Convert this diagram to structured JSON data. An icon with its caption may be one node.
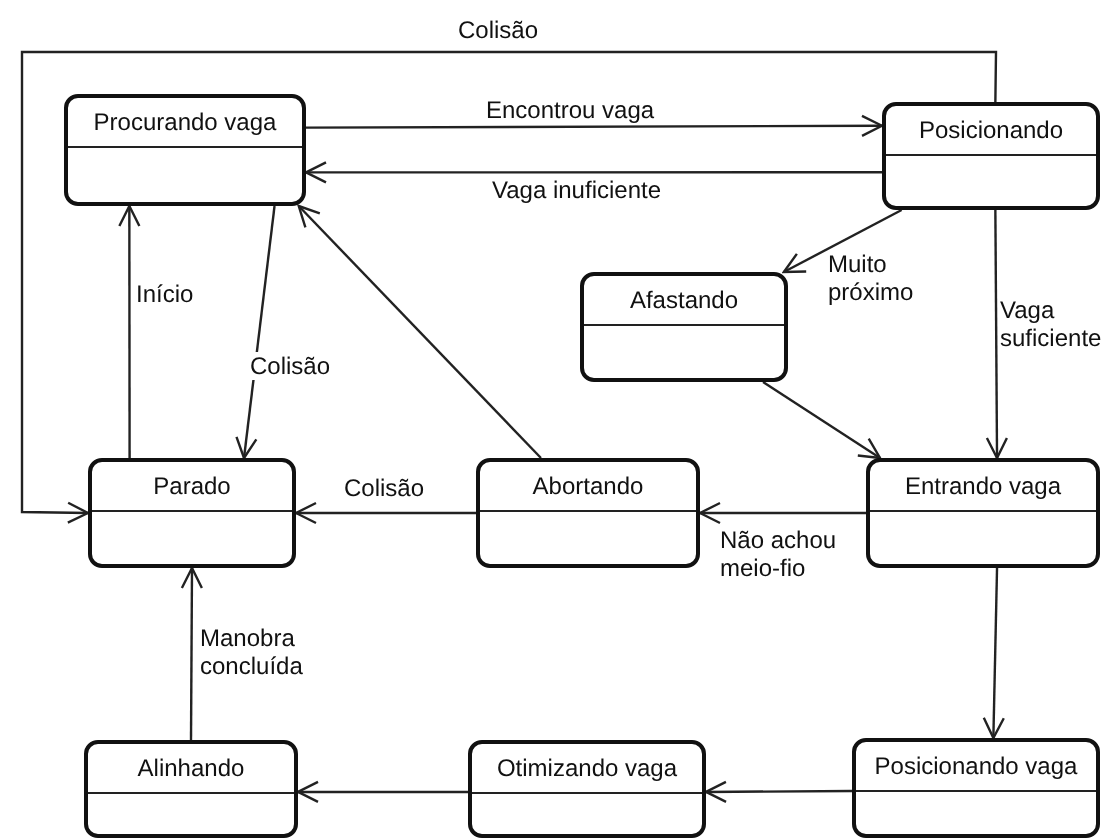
{
  "diagram": {
    "nodes": [
      {
        "text": [
          "Procurando vaga"
        ]
      },
      {
        "text": [
          "Posicionando"
        ]
      },
      {
        "text": [
          "Afastando"
        ]
      },
      {
        "text": [
          "Parado"
        ]
      },
      {
        "text": [
          "Abortando"
        ]
      },
      {
        "text": [
          "Entrando vaga"
        ]
      },
      {
        "text": [
          "Alinhando"
        ]
      },
      {
        "text": [
          "Otimizando vaga"
        ]
      },
      {
        "text": [
          "Posicionando vaga"
        ]
      }
    ],
    "edges": [
      {
        "from": 0,
        "to": 1,
        "arrow": "to",
        "label": "Encontrou vaga"
      },
      {
        "from": 1,
        "to": 0,
        "arrow": "to",
        "label": "Vaga inuficiente"
      },
      {
        "from": 1,
        "to": 2,
        "arrow": "to",
        "label": "Muito próximo"
      },
      {
        "from": 1,
        "to": 5,
        "arrow": "to",
        "label": "Vaga suficiente"
      },
      {
        "from": 2,
        "to": 5,
        "arrow": "to"
      },
      {
        "from": 1,
        "to": 3,
        "arrow": "to",
        "label": "Colisão"
      },
      {
        "from": 3,
        "to": 0,
        "arrow": "to",
        "label": "Início"
      },
      {
        "from": 0,
        "to": 3,
        "arrow": "to",
        "label": "Colisão"
      },
      {
        "from": 4,
        "to": 0,
        "arrow": "to"
      },
      {
        "from": 4,
        "to": 3,
        "arrow": "to",
        "label": "Colisão"
      },
      {
        "from": 5,
        "to": 4,
        "arrow": "to",
        "label": "Não achou meio-fio"
      },
      {
        "from": 5,
        "to": 8,
        "arrow": "to"
      },
      {
        "from": 8,
        "to": 7,
        "arrow": "to"
      },
      {
        "from": 7,
        "to": 6,
        "arrow": "to"
      },
      {
        "from": 6,
        "to": 3,
        "arrow": "to",
        "label": "Manobra concluída"
      }
    ]
  }
}
